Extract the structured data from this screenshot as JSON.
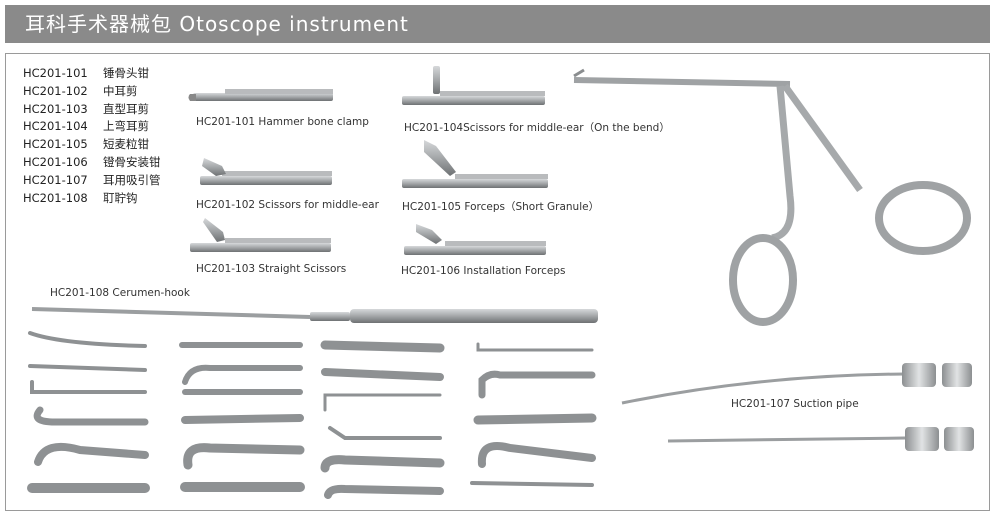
{
  "header": {
    "title": "耳科手术器械包 Otoscope instrument"
  },
  "codes": [
    {
      "code": "HC201-101",
      "name": "锤骨头钳"
    },
    {
      "code": "HC201-102",
      "name": "中耳剪"
    },
    {
      "code": "HC201-103",
      "name": "直型耳剪"
    },
    {
      "code": "HC201-104",
      "name": "上弯耳剪"
    },
    {
      "code": "HC201-105",
      "name": "短麦粒钳"
    },
    {
      "code": "HC201-106",
      "name": "镫骨安装钳"
    },
    {
      "code": "HC201-107",
      "name": "耳用吸引管"
    },
    {
      "code": "HC201-108",
      "name": "耵聍钩"
    }
  ],
  "labels": {
    "l101": "HC201-101 Hammer bone clamp",
    "l102": "HC201-102 Scissors for middle-ear",
    "l103": "HC201-103 Straight Scissors",
    "l104": "HC201-104Scissors for middle-ear（On the bend）",
    "l105": "HC201-105 Forceps（Short Granule）",
    "l106": "HC201-106 Installation Forceps",
    "l107": "HC201-107 Suction pipe",
    "l108": "HC201-108 Cerumen-hook"
  },
  "colors": {
    "header_bg": "#8a8a8a",
    "metal": "#a9acae",
    "metal_dark": "#6e7173"
  }
}
